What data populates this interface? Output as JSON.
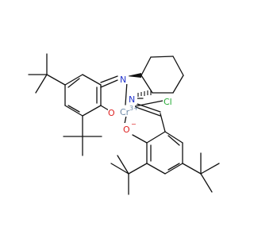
{
  "molecule": {
    "atoms": {
      "n_left": "N",
      "n_right": "N",
      "o_left": "O",
      "o_right": "O",
      "metal": "Cr",
      "chlorine": "Cl"
    },
    "charges": {
      "metal_charge": "3+",
      "oxygen_charge": "−"
    },
    "colors": {
      "nitrogen": "#2233cc",
      "oxygen": "#dd2222",
      "metal": "#6d8aa8",
      "chlorine": "#22aa33",
      "bond": "#111111"
    }
  }
}
